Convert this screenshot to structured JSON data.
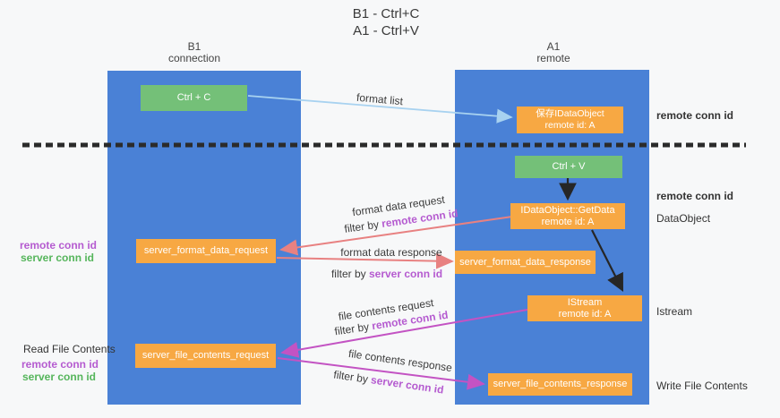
{
  "title": {
    "line1": "B1 - Ctrl+C",
    "line2": "A1 - Ctrl+V"
  },
  "lanes": {
    "left": {
      "title": "B1",
      "subtitle": "connection"
    },
    "right": {
      "title": "A1",
      "subtitle": "remote"
    }
  },
  "nodes": {
    "ctrl_c": {
      "label": "Ctrl + C"
    },
    "ctrl_v": {
      "label": "Ctrl + V"
    },
    "saved_dataobject": {
      "line1": "保存IDataObject",
      "line2": "remote id: A"
    },
    "getdata": {
      "line1": "IDataObject::GetData",
      "line2": "remote id: A"
    },
    "istream": {
      "line1": "IStream",
      "line2": "remote id: A"
    },
    "format_request": {
      "label": "server_format_data_request"
    },
    "format_response": {
      "label": "server_format_data_response"
    },
    "file_request": {
      "label": "server_file_contents_request"
    },
    "file_response": {
      "label": "server_file_contents_response"
    }
  },
  "edge_labels": {
    "format_list": "format list",
    "format_data_request": "format data request",
    "format_data_request_filter": {
      "prefix": "filter by ",
      "key": "remote conn id"
    },
    "format_data_response": "format data response",
    "format_data_response_filter": {
      "prefix": "filter by ",
      "key": "server conn id"
    },
    "file_contents_request": "file contents request",
    "file_contents_request_filter": {
      "prefix": "filter by ",
      "key": "remote conn id"
    },
    "file_contents_response": "file contents response",
    "file_contents_response_filter": {
      "prefix": "filter by ",
      "key": "server conn id"
    }
  },
  "annotations": {
    "right_top_conn_id": "remote conn id",
    "right_mid_conn_id": "remote conn id",
    "dataobject": "DataObject",
    "istream": "Istream",
    "write_file_contents": "Write File Contents",
    "left_format_remote": "remote conn id",
    "left_format_server": "server conn id",
    "read_file_contents": "Read File Contents",
    "left_file_remote": "remote conn id",
    "left_file_server": "server conn id"
  },
  "colors": {
    "lane_blue": "#4a81d6",
    "box_green": "#74c078",
    "box_orange": "#f7a843",
    "text_magenta": "#b55bd0",
    "text_green": "#55b55b",
    "arrow_salmon": "#e88181",
    "arrow_magenta": "#c353c3",
    "arrow_lightblue": "#a8d2f0",
    "arrow_black": "#262626",
    "dash_line": "#2b2b2b"
  }
}
